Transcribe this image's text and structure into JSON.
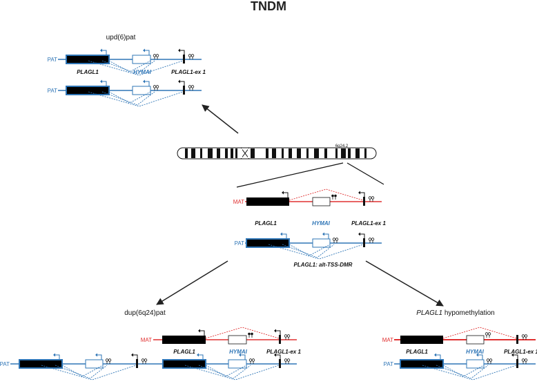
{
  "title": "TNDM",
  "panels": {
    "upd": {
      "label": "upd(6)pat"
    },
    "dup": {
      "label": "dup(6q24)pat"
    },
    "hypo": {
      "label_gene": "PLAGL1",
      "label_rest": " hypomethylation"
    }
  },
  "chromosome": {
    "band_label": "6q24.2"
  },
  "parents": {
    "maternal": "MAT",
    "paternal": "PAT"
  },
  "genes": {
    "plagl1": "PLAGL1",
    "hymai": "HYMAI",
    "plagl1_ex1": "PLAGL1-ex 1"
  },
  "dmr_label": "PLAGL1: alt-TSS-DMR",
  "colors": {
    "paternal": "#2e75b6",
    "maternal": "#e03030",
    "gene_block": "#000000"
  }
}
